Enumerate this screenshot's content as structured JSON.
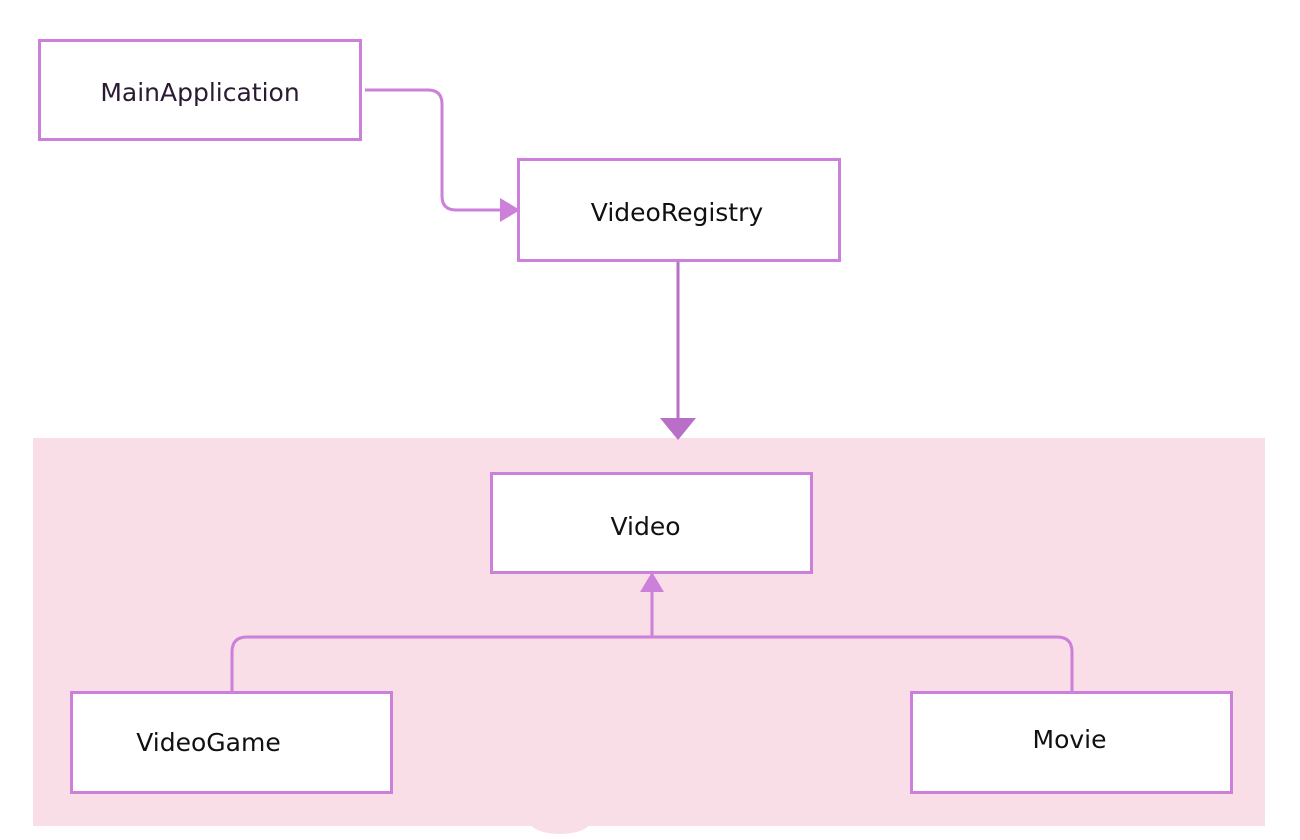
{
  "diagram": {
    "nodes": {
      "main_application": {
        "label": "MainApplication"
      },
      "video_registry": {
        "label": "VideoRegistry"
      },
      "video": {
        "label": "Video"
      },
      "video_game": {
        "label": "VideoGame"
      },
      "movie": {
        "label": "Movie"
      }
    },
    "edges": [
      {
        "from": "MainApplication",
        "to": "VideoRegistry",
        "type": "association"
      },
      {
        "from": "VideoRegistry",
        "to": "Video",
        "type": "association"
      },
      {
        "from": "VideoGame",
        "to": "Video",
        "type": "inheritance"
      },
      {
        "from": "Movie",
        "to": "Video",
        "type": "inheritance"
      }
    ]
  },
  "colors": {
    "node_border": "#cc80d9",
    "connector": "#cc80d9",
    "arrow_fill": "#b96fc8",
    "group_background": "#f9dde7"
  }
}
